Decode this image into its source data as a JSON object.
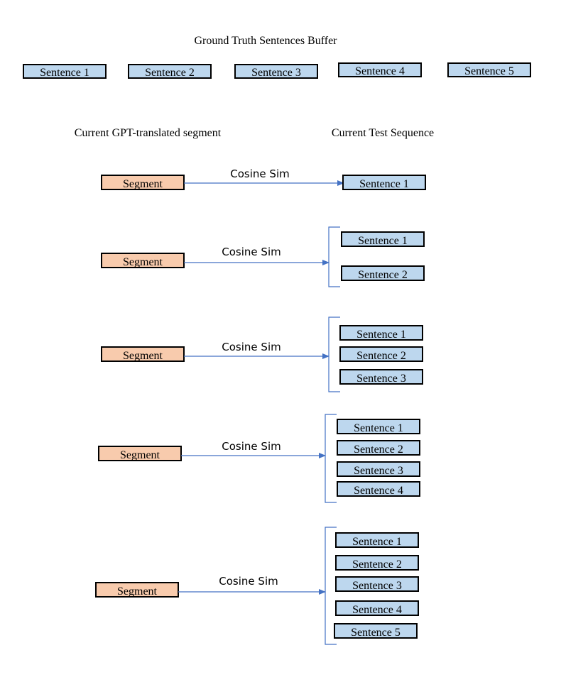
{
  "header": {
    "buffer_title": "Ground Truth Sentences Buffer",
    "segment_column_title": "Current GPT-translated segment",
    "sequence_column_title": "Current Test Sequence"
  },
  "buffer": [
    "Sentence 1",
    "Sentence 2",
    "Sentence 3",
    "Sentence 4",
    "Sentence 5"
  ],
  "rows": [
    {
      "segment_label": "Segment",
      "arrow_label": "Cosine Sim",
      "sentences": [
        "Sentence 1"
      ]
    },
    {
      "segment_label": "Segment",
      "arrow_label": "Cosine Sim",
      "sentences": [
        "Sentence 1",
        "Sentence 2"
      ]
    },
    {
      "segment_label": "Segment",
      "arrow_label": "Cosine Sim",
      "sentences": [
        "Sentence 1",
        "Sentence 2",
        "Sentence 3"
      ]
    },
    {
      "segment_label": "Segment",
      "arrow_label": "Cosine Sim",
      "sentences": [
        "Sentence 1",
        "Sentence 2",
        "Sentence 3",
        "Sentence 4"
      ]
    },
    {
      "segment_label": "Segment",
      "arrow_label": "Cosine Sim",
      "sentences": [
        "Sentence 1",
        "Sentence 2",
        "Sentence 3",
        "Sentence 4",
        "Sentence 5"
      ]
    }
  ],
  "colors": {
    "sentence_fill": "#bdd7ee",
    "segment_fill": "#f8cbad",
    "connector": "#4472c4"
  }
}
